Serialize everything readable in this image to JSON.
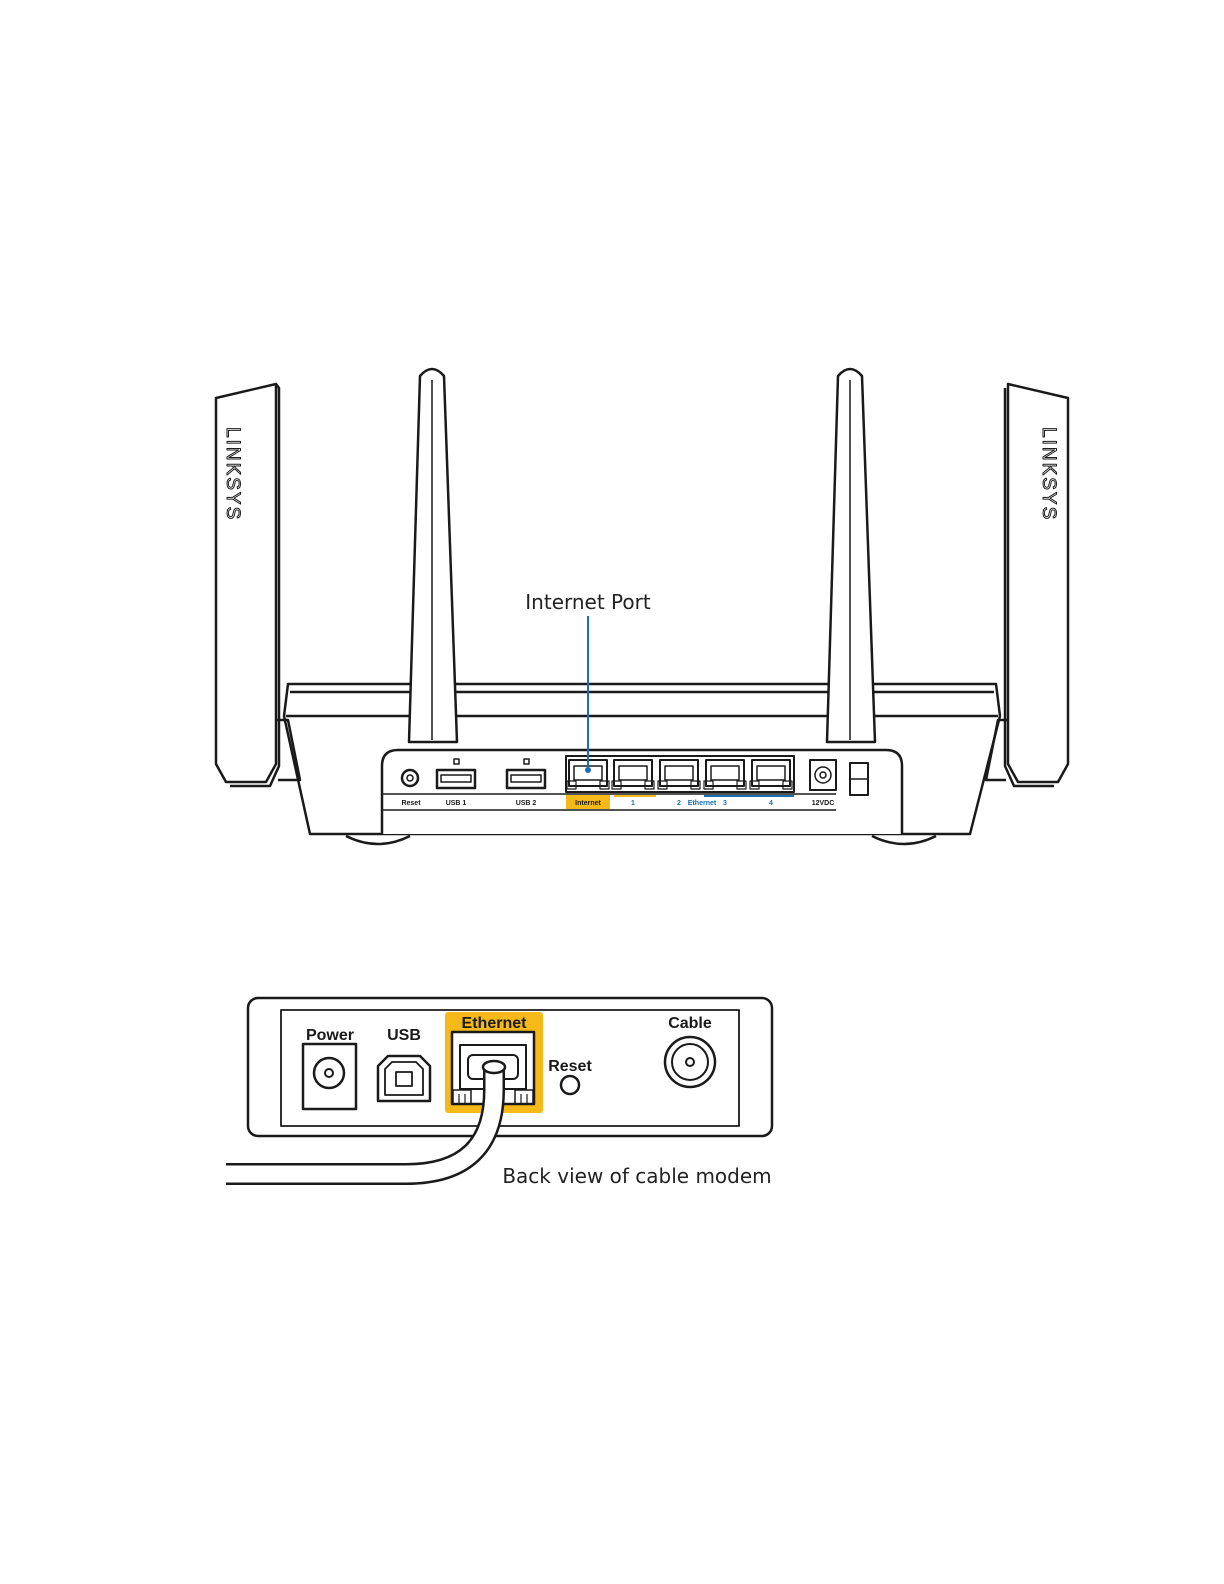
{
  "router": {
    "brand_left": "LINKSYS",
    "brand_right": "LINKSYS",
    "callout": "Internet Port",
    "port_labels": {
      "reset": "Reset",
      "usb1": "USB 1",
      "usb2": "USB 2",
      "internet": "Internet",
      "eth1": "1",
      "eth2": "2",
      "ethernet": "Ethernet",
      "eth3": "3",
      "eth4": "4",
      "power": "12VDC"
    }
  },
  "modem": {
    "power": "Power",
    "usb": "USB",
    "ethernet": "Ethernet",
    "reset": "Reset",
    "cable": "Cable",
    "caption": "Back view of cable modem"
  },
  "colors": {
    "highlight": "#f5b919",
    "callout_line": "#1a6fb5",
    "ethernet_label": "#1a6fb5",
    "line": "#1a1a1a"
  }
}
